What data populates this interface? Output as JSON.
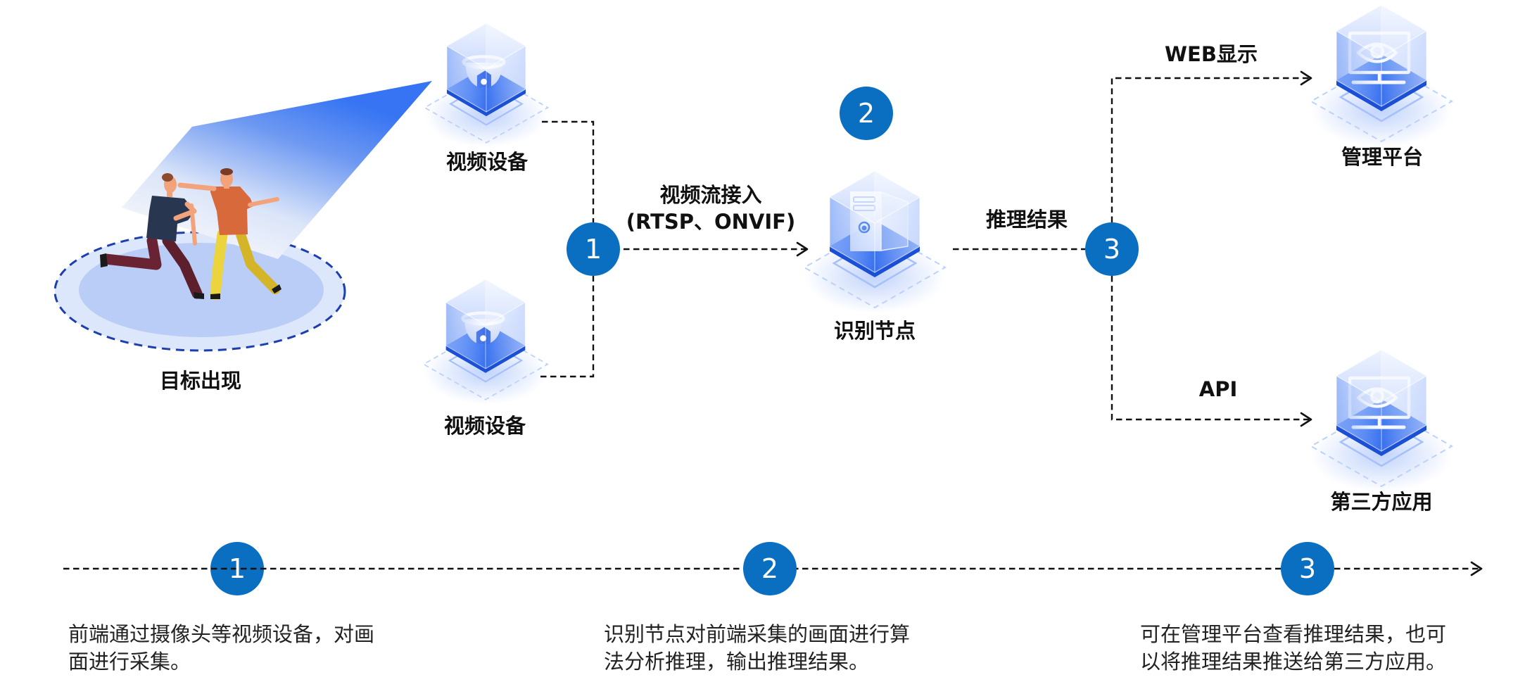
{
  "diagram": {
    "target": {
      "label": "目标出现",
      "icon": "people-illustration"
    },
    "video_devices": [
      {
        "label": "视频设备",
        "icon": "dome-camera-icon"
      },
      {
        "label": "视频设备",
        "icon": "dome-camera-icon"
      }
    ],
    "stream_input": {
      "label": "视频流接入",
      "protocols": "(RTSP、ONVIF)"
    },
    "recognition_node": {
      "label": "识别节点",
      "icon": "server-icon"
    },
    "inference_result": {
      "label": "推理结果"
    },
    "outputs": [
      {
        "channel": "WEB显示",
        "label": "管理平台",
        "icon": "monitor-eye-icon"
      },
      {
        "channel": "API",
        "label": "第三方应用",
        "icon": "monitor-eye-icon"
      }
    ],
    "step_markers": [
      "1",
      "2",
      "3"
    ]
  },
  "timeline": {
    "steps": [
      {
        "number": "1",
        "description": [
          "前端通过摄像头等视频设备，对画",
          "面进行采集。"
        ]
      },
      {
        "number": "2",
        "description": [
          "识别节点对前端采集的画面进行算",
          "法分析推理，输出推理结果。"
        ]
      },
      {
        "number": "3",
        "description": [
          "可在管理平台查看推理结果，也可",
          "以将推理结果推送给第三方应用。"
        ]
      }
    ]
  },
  "colors": {
    "step_circle": "#0b6fc1",
    "connector": "#111111",
    "cube_base": "#2a66f2",
    "target_ring": "#1c3fb0"
  }
}
